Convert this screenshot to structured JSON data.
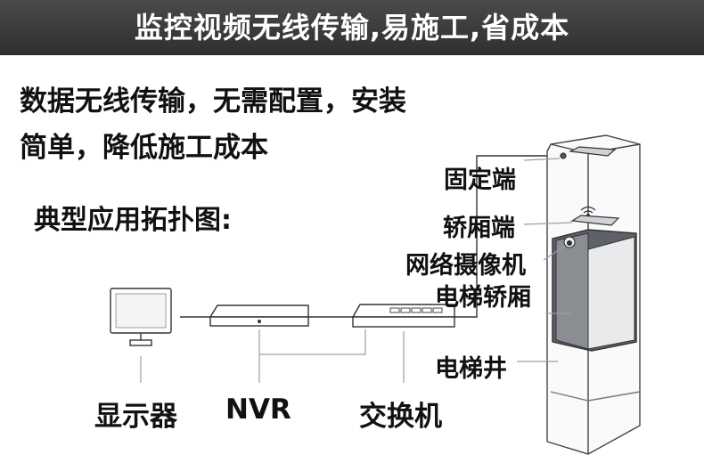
{
  "banner": {
    "title": "监控视频无线传输,易施工,省成本"
  },
  "intro": {
    "line1": "数据无线传输，无需配置，安装",
    "line2": "简单，降低施工成本",
    "topology_heading": "典型应用拓扑图:"
  },
  "devices": {
    "monitor": "显示器",
    "nvr": "NVR",
    "switch": "交换机"
  },
  "elevator": {
    "fixed_end": "固定端",
    "car_end": "轿厢端",
    "camera": "网络摄像机",
    "car": "电梯轿厢",
    "shaft": "电梯井"
  },
  "colors": {
    "banner": "#3a3a3a",
    "line": "#333333",
    "leader": "#9aa0a8"
  }
}
